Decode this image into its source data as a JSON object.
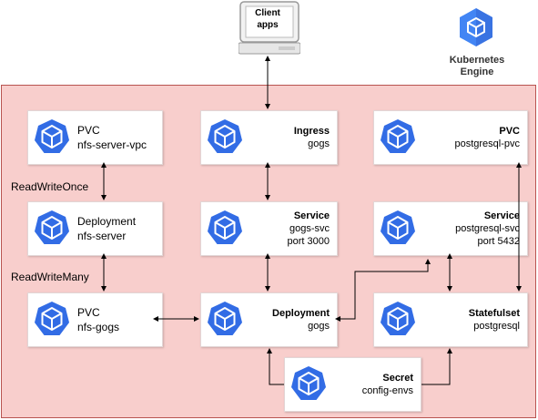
{
  "client": {
    "label_line1": "Client",
    "label_line2": "apps"
  },
  "gke": {
    "label_line1": "Kubernetes",
    "label_line2": "Engine"
  },
  "nodes": {
    "pvc_nfs_server": {
      "type": "PVC",
      "name": "nfs-server-vpc"
    },
    "deployment_nfs_server": {
      "type": "Deployment",
      "name": "nfs-server"
    },
    "pvc_nfs_gogs": {
      "type": "PVC",
      "name": "nfs-gogs"
    },
    "ingress": {
      "type": "Ingress",
      "name": "gogs"
    },
    "service_gogs": {
      "type": "Service",
      "name": "gogs-svc",
      "port": "port 3000"
    },
    "deployment_gogs": {
      "type": "Deployment",
      "name": "gogs"
    },
    "pvc_postgresql": {
      "type": "PVC",
      "name": "postgresql-pvc"
    },
    "service_postgresql": {
      "type": "Service",
      "name": "postgresql-svc",
      "port": "port 5432"
    },
    "statefulset_postgresql": {
      "type": "Statefulset",
      "name": "postgresql"
    },
    "secret": {
      "type": "Secret",
      "name": "config-envs"
    }
  },
  "edge_labels": {
    "read_write_once": "ReadWriteOnce",
    "read_write_many": "ReadWriteMany"
  },
  "colors": {
    "k8s_blue": "#326ce5",
    "cluster_fill": "#f8cecc",
    "cluster_border": "#b85450",
    "gke_blue": "#4285f4"
  },
  "icons": {
    "node": "kubernetes-icon",
    "client": "monitor-icon",
    "gke": "kubernetes-engine-icon"
  }
}
